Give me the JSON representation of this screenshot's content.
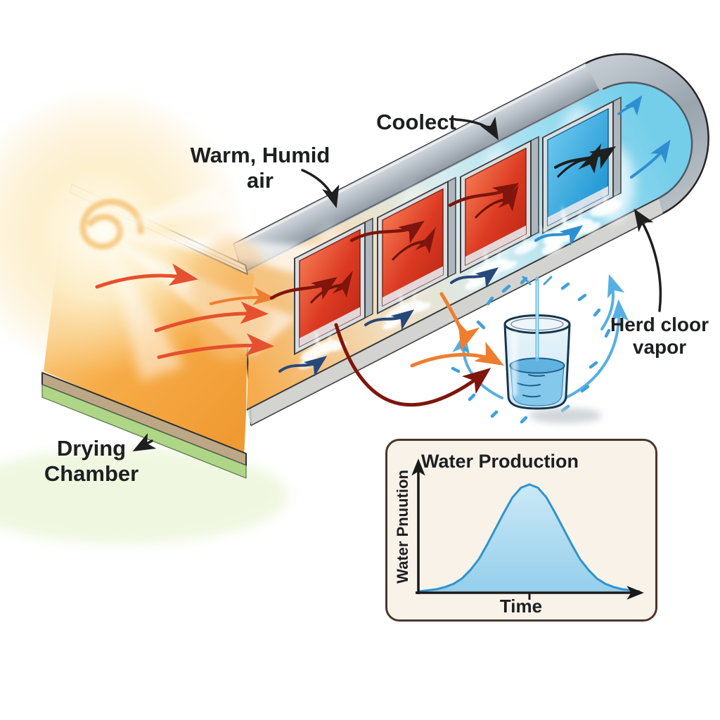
{
  "scene": {
    "labels": {
      "collect": "Coolect",
      "warm_humid": {
        "line1": "Warm, Humid",
        "line2": "air"
      },
      "vapor": {
        "line1": "Herd cloor",
        "line2": "vapor"
      },
      "drying_chamber": {
        "line1": "Drying",
        "line2": "Chamber"
      }
    }
  },
  "inset_chart": {
    "title": "Water Production",
    "xlabel": "Time",
    "ylabel": "Water Pnuution"
  },
  "chart_data": {
    "type": "area",
    "title": "Water Production",
    "xlabel": "Time",
    "ylabel": "Water Pnuution",
    "x_range": [
      0,
      10.4
    ],
    "x_step": 0.4,
    "values": [
      0,
      0.01,
      0.02,
      0.04,
      0.07,
      0.12,
      0.2,
      0.3,
      0.44,
      0.59,
      0.74,
      0.88,
      0.97,
      1,
      0.97,
      0.88,
      0.74,
      0.59,
      0.44,
      0.3,
      0.2,
      0.12,
      0.07,
      0.04,
      0.02,
      0.01,
      0
    ],
    "ylim": [
      0,
      1.1
    ],
    "grid": false,
    "legend": null,
    "x_tick_positions": [
      0.5
    ]
  },
  "colors": {
    "warm_air": "#F6A843",
    "cool_air": "#7FD4EC",
    "hot_panel": "#D93A22",
    "cold_panel": "#29A7DF",
    "duct_wall": "#9AA4AD",
    "floor_slab_green": "#AFD687",
    "water": "#7CC3E8",
    "arrow_warm": "#E5502E",
    "arrow_condensate_dark": "#7F150C",
    "arrow_condensate_orange": "#EE7E2F",
    "arrow_cool": "#2E8FD0",
    "chart_line": "#2F93CE",
    "inset_border": "#4A372C",
    "inset_background": "#F8F2E9"
  }
}
